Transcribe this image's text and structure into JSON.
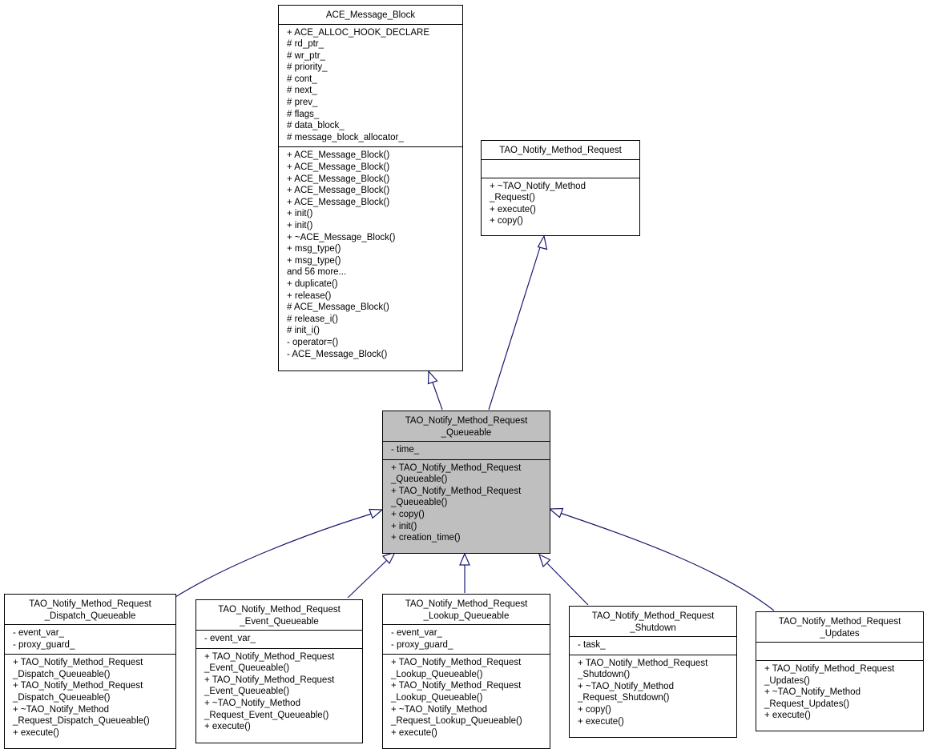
{
  "classes": {
    "ace_message_block": {
      "title": [
        "ACE_Message_Block"
      ],
      "attributes": [
        "+ ACE_ALLOC_HOOK_DECLARE",
        "# rd_ptr_",
        "# wr_ptr_",
        "# priority_",
        "# cont_",
        "# next_",
        "# prev_",
        "# flags_",
        "# data_block_",
        "# message_block_allocator_"
      ],
      "methods": [
        "+ ACE_Message_Block()",
        "+ ACE_Message_Block()",
        "+ ACE_Message_Block()",
        "+ ACE_Message_Block()",
        "+ ACE_Message_Block()",
        "+ init()",
        "+ init()",
        "+ ~ACE_Message_Block()",
        "+ msg_type()",
        "+ msg_type()",
        "and 56 more...",
        "+ duplicate()",
        "+ release()",
        "# ACE_Message_Block()",
        "# release_i()",
        "# init_i()",
        "- operator=()",
        "- ACE_Message_Block()"
      ]
    },
    "method_request": {
      "title": [
        "TAO_Notify_Method_Request"
      ],
      "attributes": [],
      "methods": [
        "+ ~TAO_Notify_Method",
        "_Request()",
        "+ execute()",
        "+ copy()"
      ]
    },
    "request_queueable": {
      "title": [
        "TAO_Notify_Method_Request",
        "_Queueable"
      ],
      "attributes": [
        "- time_"
      ],
      "methods": [
        "+ TAO_Notify_Method_Request",
        "_Queueable()",
        "+ TAO_Notify_Method_Request",
        "_Queueable()",
        "+ copy()",
        "+ init()",
        "+ creation_time()"
      ]
    },
    "dispatch_queueable": {
      "title": [
        "TAO_Notify_Method_Request",
        "_Dispatch_Queueable"
      ],
      "attributes": [
        "- event_var_",
        "- proxy_guard_"
      ],
      "methods": [
        "+ TAO_Notify_Method_Request",
        "_Dispatch_Queueable()",
        "+ TAO_Notify_Method_Request",
        "_Dispatch_Queueable()",
        "+ ~TAO_Notify_Method",
        "_Request_Dispatch_Queueable()",
        "+ execute()"
      ]
    },
    "event_queueable": {
      "title": [
        "TAO_Notify_Method_Request",
        "_Event_Queueable"
      ],
      "attributes": [
        "- event_var_"
      ],
      "methods": [
        "+ TAO_Notify_Method_Request",
        "_Event_Queueable()",
        "+ TAO_Notify_Method_Request",
        "_Event_Queueable()",
        "+ ~TAO_Notify_Method",
        "_Request_Event_Queueable()",
        "+ execute()"
      ]
    },
    "lookup_queueable": {
      "title": [
        "TAO_Notify_Method_Request",
        "_Lookup_Queueable"
      ],
      "attributes": [
        "- event_var_",
        "- proxy_guard_"
      ],
      "methods": [
        "+ TAO_Notify_Method_Request",
        "_Lookup_Queueable()",
        "+ TAO_Notify_Method_Request",
        "_Lookup_Queueable()",
        "+ ~TAO_Notify_Method",
        "_Request_Lookup_Queueable()",
        "+ execute()"
      ]
    },
    "shutdown": {
      "title": [
        "TAO_Notify_Method_Request",
        "_Shutdown"
      ],
      "attributes": [
        "- task_"
      ],
      "methods": [
        "+ TAO_Notify_Method_Request",
        "_Shutdown()",
        "+ ~TAO_Notify_Method",
        "_Request_Shutdown()",
        "+ copy()",
        "+ execute()"
      ]
    },
    "updates": {
      "title": [
        "TAO_Notify_Method_Request",
        "_Updates"
      ],
      "attributes": [],
      "methods": [
        "+ TAO_Notify_Method_Request",
        "_Updates()",
        "+ ~TAO_Notify_Method",
        "_Request_Updates()",
        "+ execute()"
      ]
    }
  },
  "colors": {
    "edge": "#191970",
    "focus_fill": "#bfbfbf",
    "box_fill": "#ffffff",
    "border": "#000000"
  }
}
